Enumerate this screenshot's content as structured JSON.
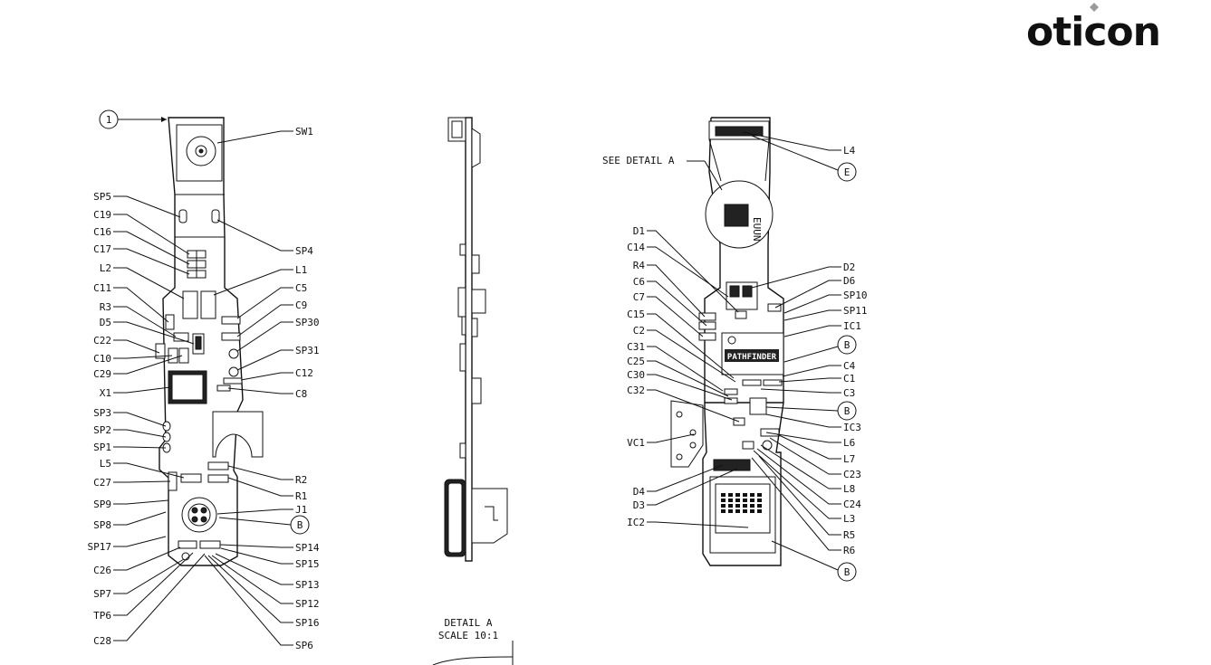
{
  "brand": {
    "logo": "oticon"
  },
  "views": {
    "top": {
      "callout": "1",
      "left_labels": [
        "SP5",
        "C19",
        "C16",
        "C17",
        "L2",
        "C11",
        "R3",
        "D5",
        "C22",
        "C10",
        "C29",
        "X1",
        "SP3",
        "SP2",
        "SP1",
        "L5",
        "C27",
        "SP9",
        "SP8",
        "SP17",
        "C26",
        "SP7",
        "TP6",
        "C28"
      ],
      "right_labels": [
        "SW1",
        "SP4",
        "L1",
        "C5",
        "C9",
        "SP30",
        "SP31",
        "C12",
        "C8",
        "R2",
        "R1",
        "J1",
        "SP14",
        "SP15",
        "SP13",
        "SP12",
        "SP16",
        "SP6"
      ],
      "bubble": "B"
    },
    "detail": {
      "title": "DETAIL  A",
      "scale": "SCALE  10:1"
    },
    "bottom": {
      "see_detail": "SEE DETAIL  A",
      "chip_text": "PATHFINDER",
      "pad_text": "EUUN",
      "left_labels": [
        "D1",
        "C14",
        "R4",
        "C6",
        "C7",
        "C15",
        "C2",
        "C31",
        "C25",
        "C30",
        "C32",
        "VC1",
        "D4",
        "D3",
        "IC2"
      ],
      "right_labels": [
        "L4",
        "D2",
        "D6",
        "SP10",
        "SP11",
        "IC1",
        "C4",
        "C1",
        "C3",
        "IC3",
        "L6",
        "L7",
        "C23",
        "L8",
        "C24",
        "L3",
        "R5",
        "R6"
      ],
      "bubbles": [
        "E",
        "B",
        "B",
        "B"
      ]
    }
  }
}
